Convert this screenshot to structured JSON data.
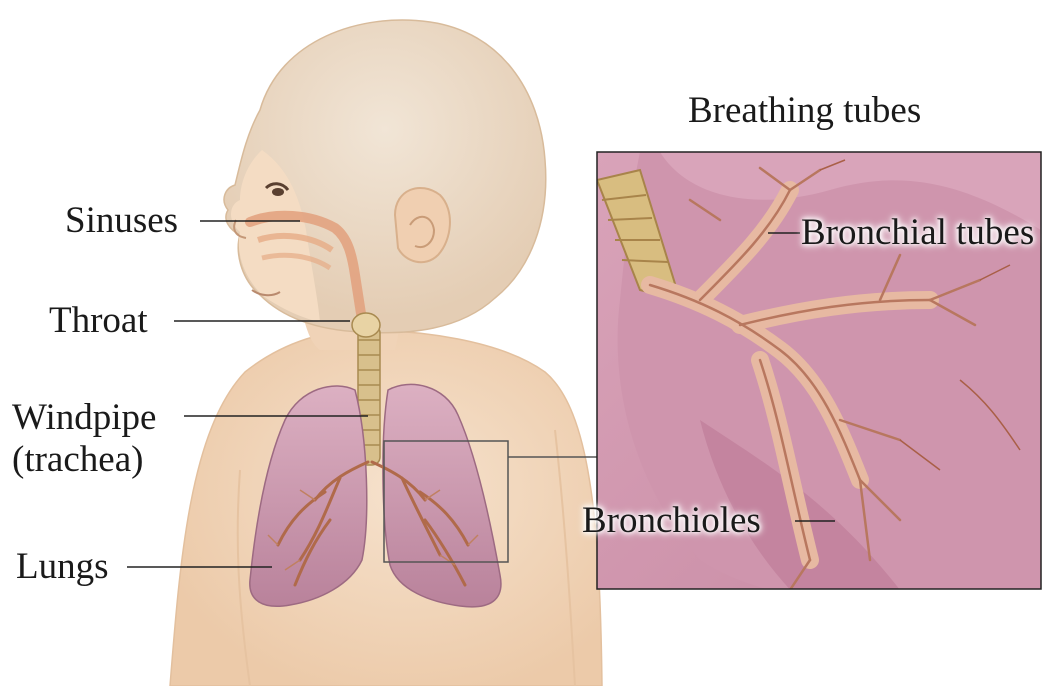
{
  "figure": {
    "labels": {
      "sinuses": "Sinuses",
      "throat": "Throat",
      "windpipe": "Windpipe",
      "windpipe_alt": "(trachea)",
      "lungs": "Lungs"
    },
    "inset": {
      "title": "Breathing tubes",
      "bronchial_tubes": "Bronchial tubes",
      "bronchioles": "Bronchioles"
    },
    "colors": {
      "skin": "#f3dcc4",
      "skin_shadow": "#e9c7a6",
      "hair": "#eadccb",
      "lung": "#c58ea6",
      "lung_light": "#dcb2c4",
      "airway": "#b48a4a",
      "bronchi": "#b8785a",
      "inset_bg": "#cf93ab",
      "line": "#222222"
    }
  }
}
